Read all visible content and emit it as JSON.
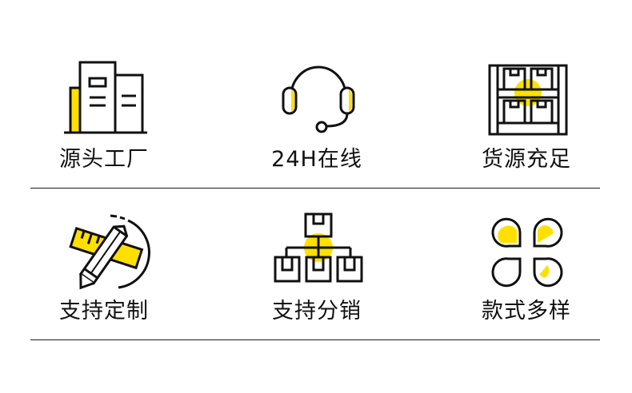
{
  "colors": {
    "accent": "#FFE000",
    "stroke": "#111111",
    "background": "#FFFFFF"
  },
  "features": [
    {
      "icon": "factory-buildings-icon",
      "label": "源头工厂"
    },
    {
      "icon": "headset-icon",
      "label": "24H在线"
    },
    {
      "icon": "warehouse-shelf-icon",
      "label": "货源充足"
    },
    {
      "icon": "ruler-pencil-icon",
      "label": "支持定制"
    },
    {
      "icon": "distribution-boxes-icon",
      "label": "支持分销"
    },
    {
      "icon": "clover-petals-icon",
      "label": "款式多样"
    }
  ]
}
